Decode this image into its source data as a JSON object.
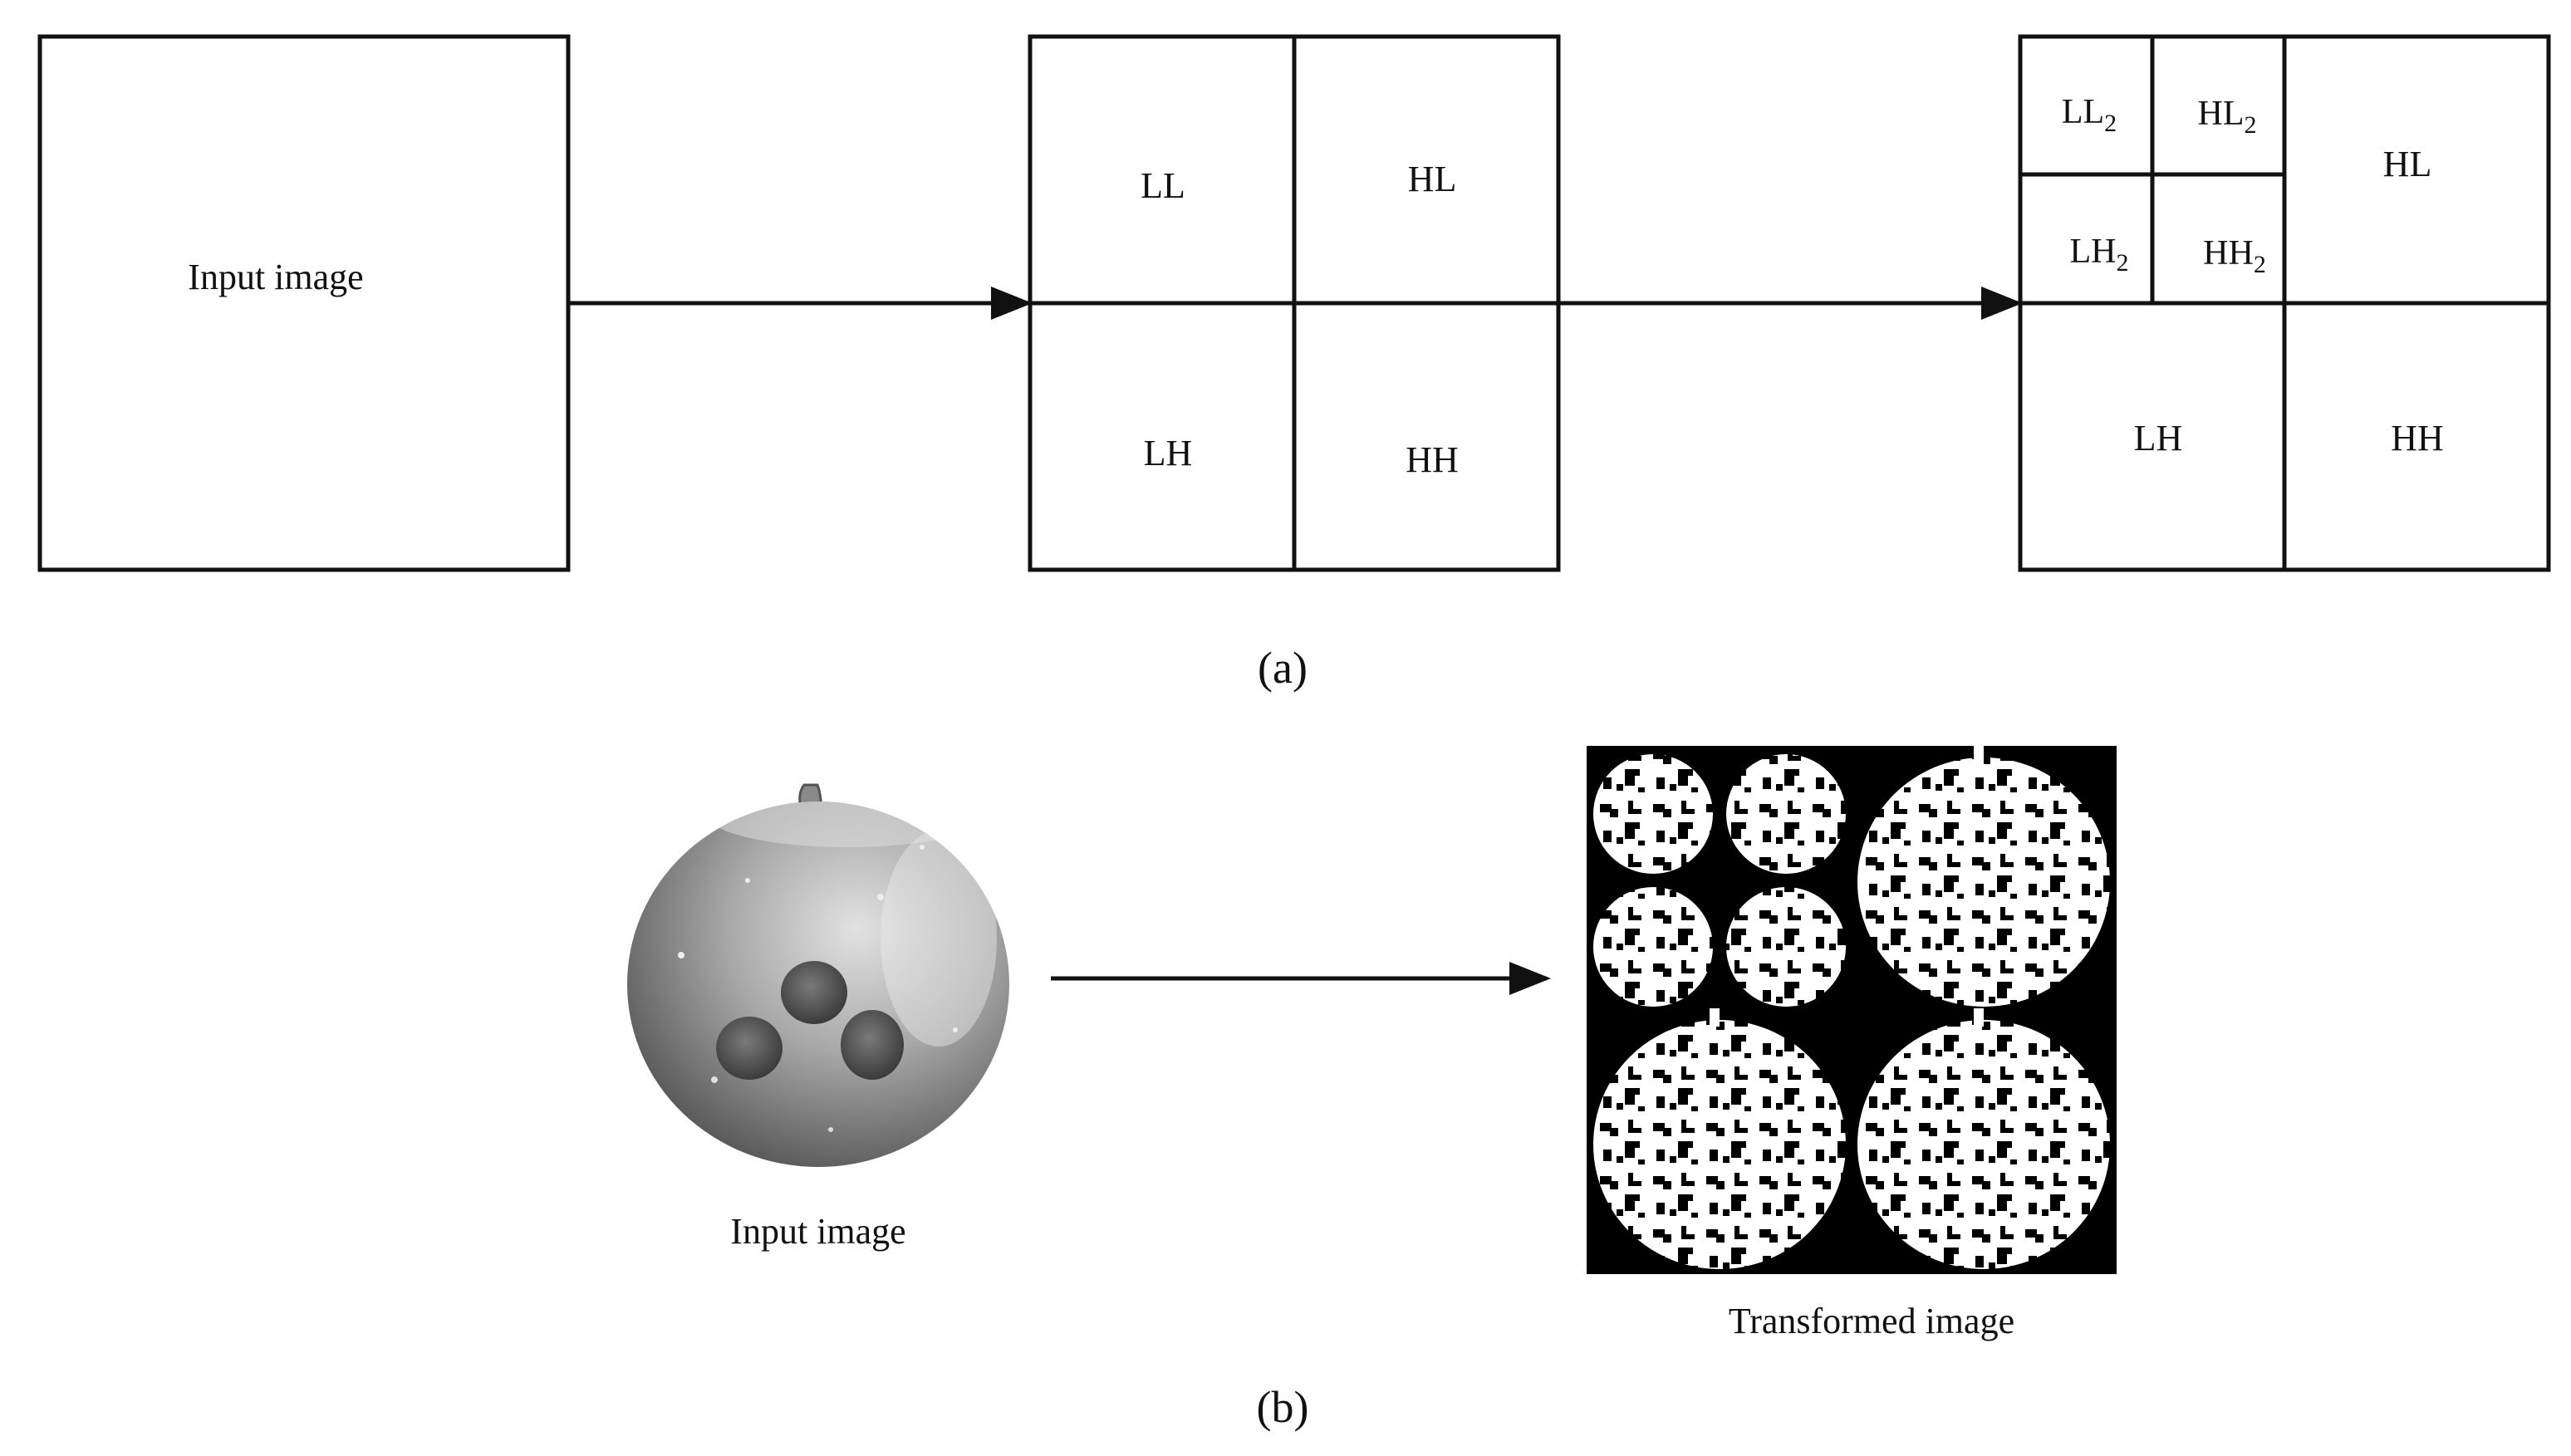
{
  "panel_a": {
    "input_label": "Input image",
    "level1": {
      "ll": "LL",
      "hl": "HL",
      "lh": "LH",
      "hh": "HH"
    },
    "level2": {
      "ll2": "LL",
      "hl2": "HL",
      "lh2": "LH",
      "hh2": "HH",
      "subscript": "2",
      "hl": "HL",
      "lh": "LH",
      "hh": "HH"
    },
    "caption": "(a)"
  },
  "panel_b": {
    "input_label": "Input image",
    "output_label": "Transformed image",
    "caption": "(b)"
  },
  "colors": {
    "ink": "#111111",
    "paper": "#ffffff"
  }
}
